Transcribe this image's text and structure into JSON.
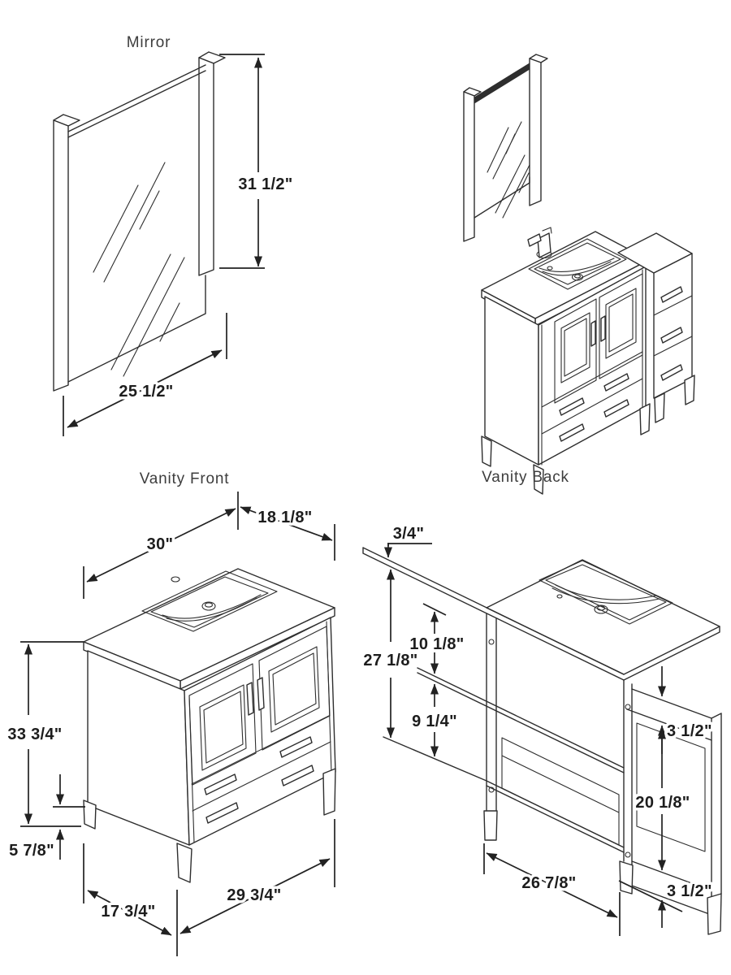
{
  "document": {
    "kind": "vanity-dimension-diagram",
    "background": "#ffffff",
    "line_color": "#2e2e2e",
    "text_color": "#1d1d1d"
  },
  "panels": {
    "mirror": {
      "title": "Mirror",
      "height": "31 1/2\"",
      "width": "25 1/2\""
    },
    "assembled": {
      "name": "mirror-and-vanity-assembled-view"
    },
    "vanity_front": {
      "title": "Vanity Front",
      "top_width": "30\"",
      "top_depth": "18 1/8\"",
      "height": "33 3/4\"",
      "leg_height": "5 7/8\"",
      "bottom_depth": "17 3/4\"",
      "bottom_width": "29 3/4\""
    },
    "vanity_back": {
      "title": "Vanity Back",
      "counter_thickness": "3/4\"",
      "interior_height": "27 1/8\"",
      "upper_section": "10 1/8\"",
      "middle_section": "9 1/4\"",
      "top_rail": "3 1/2\"",
      "side_opening": "20 1/8\"",
      "bottom_width": "26 7/8\"",
      "bottom_rail": "3 1/2\""
    }
  }
}
